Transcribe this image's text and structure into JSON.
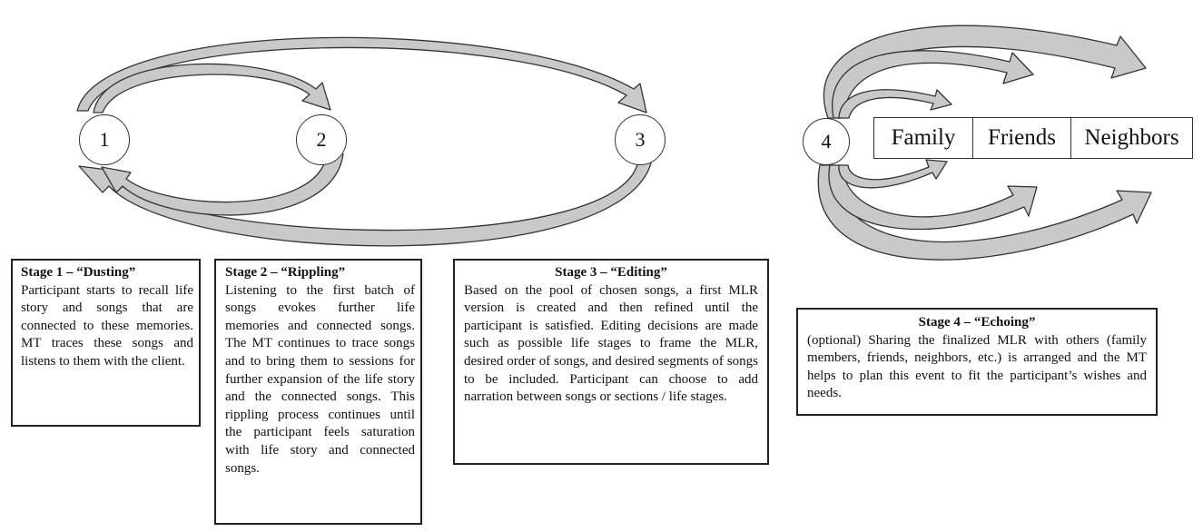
{
  "nodes": [
    "1",
    "2",
    "3",
    "4"
  ],
  "audience": [
    "Family",
    "Friends",
    "Neighbors"
  ],
  "stages": [
    {
      "title": "Stage 1 – “Dusting”",
      "text": "Participant starts to recall life story and songs that are connected to these memories. MT traces these songs and listens to them with the client."
    },
    {
      "title": "Stage 2 – “Rippling”",
      "text": "Listening to the first batch of songs evokes further life memories and connected songs. The MT continues to trace songs and to bring them to sessions for further expansion of the life story and the connected songs. This rippling process continues until the participant feels saturation with life story and connected songs."
    },
    {
      "title": "Stage 3 – “Editing”",
      "text": "Based on the pool of chosen songs, a first MLR version is created and then refined until the participant is satisfied. Editing decisions are made such as possible life stages to frame the MLR, desired order of songs, and desired segments of songs to be included. Participant can choose to add narration between songs or sections / life stages."
    },
    {
      "title": "Stage 4 – “Echoing”",
      "text": "(optional) Sharing the finalized MLR with others (family members, friends, neighbors, etc.) is arranged and the MT helps to plan this event to fit the participant’s wishes and needs."
    }
  ],
  "colors": {
    "arrow_fill": "#c9c9c9",
    "outline": "#333333"
  }
}
